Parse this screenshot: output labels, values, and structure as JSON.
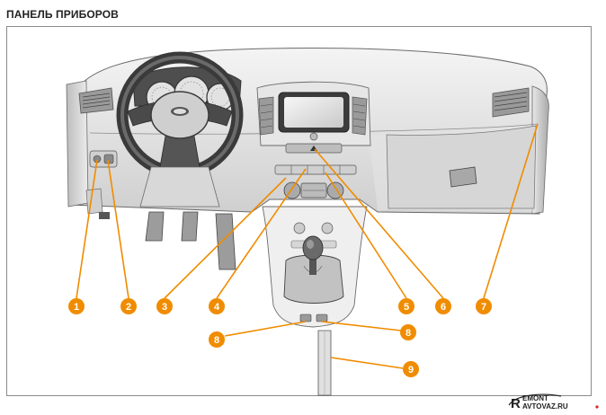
{
  "header": {
    "title": "ПАНЕЛЬ ПРИБОРОВ"
  },
  "callouts": [
    {
      "id": "c1",
      "label": "1"
    },
    {
      "id": "c2",
      "label": "2"
    },
    {
      "id": "c3",
      "label": "3"
    },
    {
      "id": "c4",
      "label": "4"
    },
    {
      "id": "c5",
      "label": "5"
    },
    {
      "id": "c6",
      "label": "6"
    },
    {
      "id": "c7",
      "label": "7"
    },
    {
      "id": "c8a",
      "label": "8"
    },
    {
      "id": "c8b",
      "label": "8"
    },
    {
      "id": "c9",
      "label": "9"
    }
  ],
  "watermark": {
    "brand_top": "EMONT",
    "brand_bottom": "AVTOVAZ.RU",
    "letter": "R"
  },
  "colors": {
    "callout": "#f08c00",
    "leader": "#f08c00",
    "sketch": "#6b6b6b",
    "shade": "#d9d9d9"
  }
}
